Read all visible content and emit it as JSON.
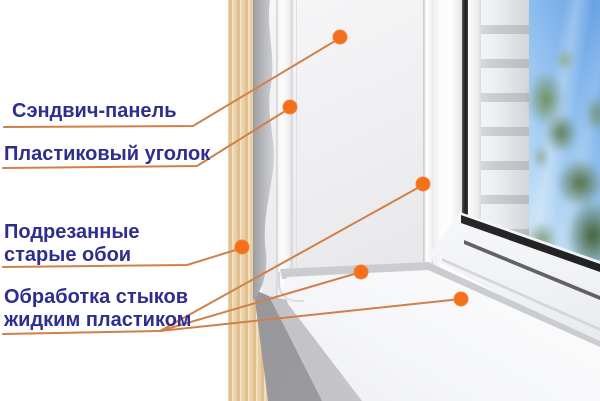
{
  "diagram": {
    "labels": [
      {
        "id": "sandwich-panel",
        "lines": [
          "Сэндвич-панель"
        ]
      },
      {
        "id": "plastic-corner",
        "lines": [
          "Пластиковый уголок"
        ]
      },
      {
        "id": "trimmed-old-wallpaper",
        "lines": [
          "Подрезанные",
          "старые обои"
        ]
      },
      {
        "id": "joint-treatment",
        "lines": [
          "Обработка стыков",
          "жидким пластиком"
        ]
      }
    ],
    "colors": {
      "label_text": "#2e2e8e",
      "callout_line": "#d08048",
      "marker_dot": "#f4701c",
      "wallpaper_wood": "#e9cda0",
      "sky_blue": "#649fe3"
    }
  }
}
